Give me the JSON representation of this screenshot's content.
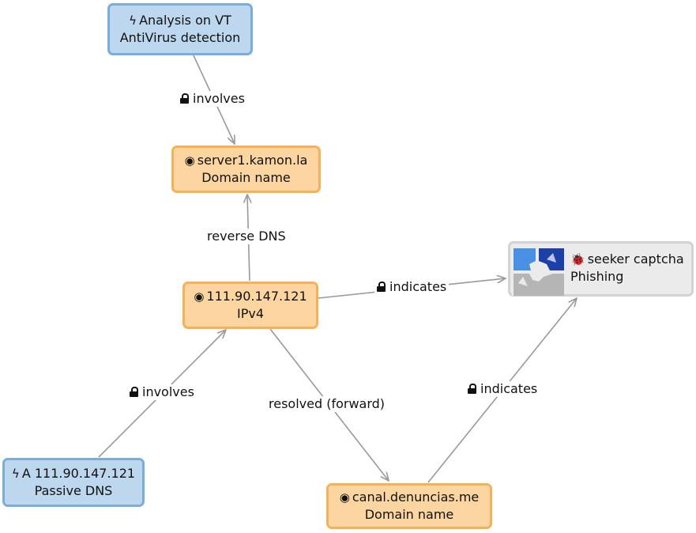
{
  "nodes": {
    "vt_analysis": {
      "icon": "lightning-icon",
      "title": "Analysis on VT",
      "subtitle": "AntiVirus detection"
    },
    "server1": {
      "icon": "target-icon",
      "title": "server1.kamon.la",
      "subtitle": "Domain name"
    },
    "ip": {
      "icon": "target-icon",
      "title": "111.90.147.121",
      "subtitle": "IPv4"
    },
    "seeker": {
      "icon": "bug-icon",
      "title": "seeker captcha",
      "subtitle": "Phishing"
    },
    "passive_dns": {
      "icon": "lightning-icon",
      "title": "A 111.90.147.121",
      "subtitle": "Passive DNS"
    },
    "canal": {
      "icon": "target-icon",
      "title": "canal.denuncias.me",
      "subtitle": "Domain name"
    }
  },
  "edges": {
    "vt_to_server1": {
      "label": "involves",
      "locked": true
    },
    "ip_to_server1": {
      "label": "reverse DNS",
      "locked": false
    },
    "ip_to_seeker": {
      "label": "indicates",
      "locked": true
    },
    "passive_to_ip": {
      "label": "involves",
      "locked": true
    },
    "ip_to_canal": {
      "label": "resolved (forward)",
      "locked": false
    },
    "canal_to_seeker": {
      "label": "indicates",
      "locked": true
    }
  },
  "colors": {
    "report_fill": "#bdd7ee",
    "report_border": "#7aaed6",
    "observable_fill": "#fdd5a0",
    "observable_border": "#f4b15a",
    "malware_fill": "#ebebeb",
    "malware_border": "#d3d3d3",
    "edge_line": "#999999"
  }
}
